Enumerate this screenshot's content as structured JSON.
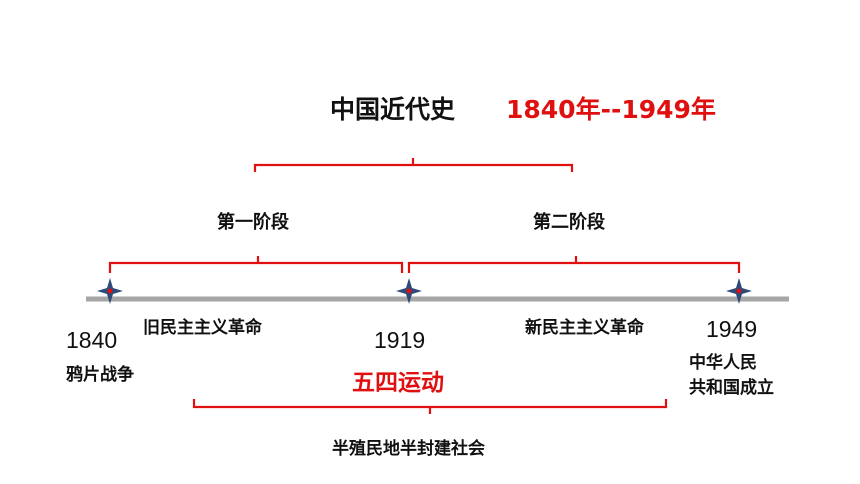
{
  "title": "中国近代史",
  "period": "1840年--1949年",
  "stages": [
    {
      "label": "第一阶段"
    },
    {
      "label": "第二阶段"
    }
  ],
  "revolutions": {
    "old": "旧民主主义革命",
    "new": "新民主主义革命"
  },
  "events": [
    {
      "year": "1840",
      "event": "鸦片战争"
    },
    {
      "year": "1919",
      "event": "五四运动"
    },
    {
      "year": "1949",
      "event_line1": "中华人民",
      "event_line2": "共和国成立"
    }
  ],
  "society": "半殖民地半封建社会",
  "colors": {
    "accent": "#e01010",
    "axis": "#a6a6a6",
    "marker": "#2e4a7a"
  }
}
